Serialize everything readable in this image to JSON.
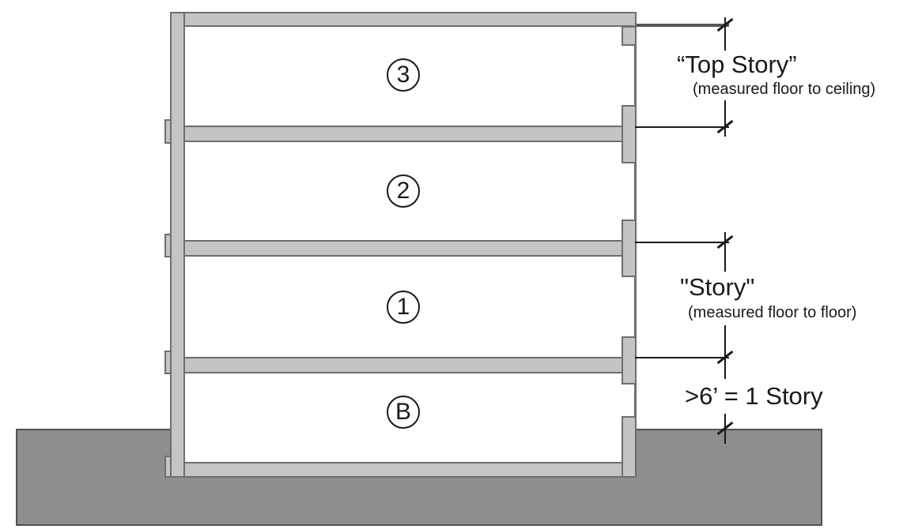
{
  "stories": [
    {
      "label": "3"
    },
    {
      "label": "2"
    },
    {
      "label": "1"
    },
    {
      "label": "B"
    }
  ],
  "dimensions": {
    "top_story": {
      "label": "“Top Story”",
      "note": "(measured floor to ceiling)"
    },
    "story": {
      "label": "\"Story\"",
      "note": "(measured floor to floor)"
    },
    "basement_rule": {
      "label": ">6’ = 1 Story"
    }
  },
  "colors": {
    "background": "#ffffff",
    "wall_fill": "#c4c4c4",
    "wall_outline": "#6e6e70",
    "ground_fill": "#8e8e8e",
    "ground_outline": "#515151",
    "heavy_line": "#55565a",
    "line": "#1a1a1a"
  }
}
